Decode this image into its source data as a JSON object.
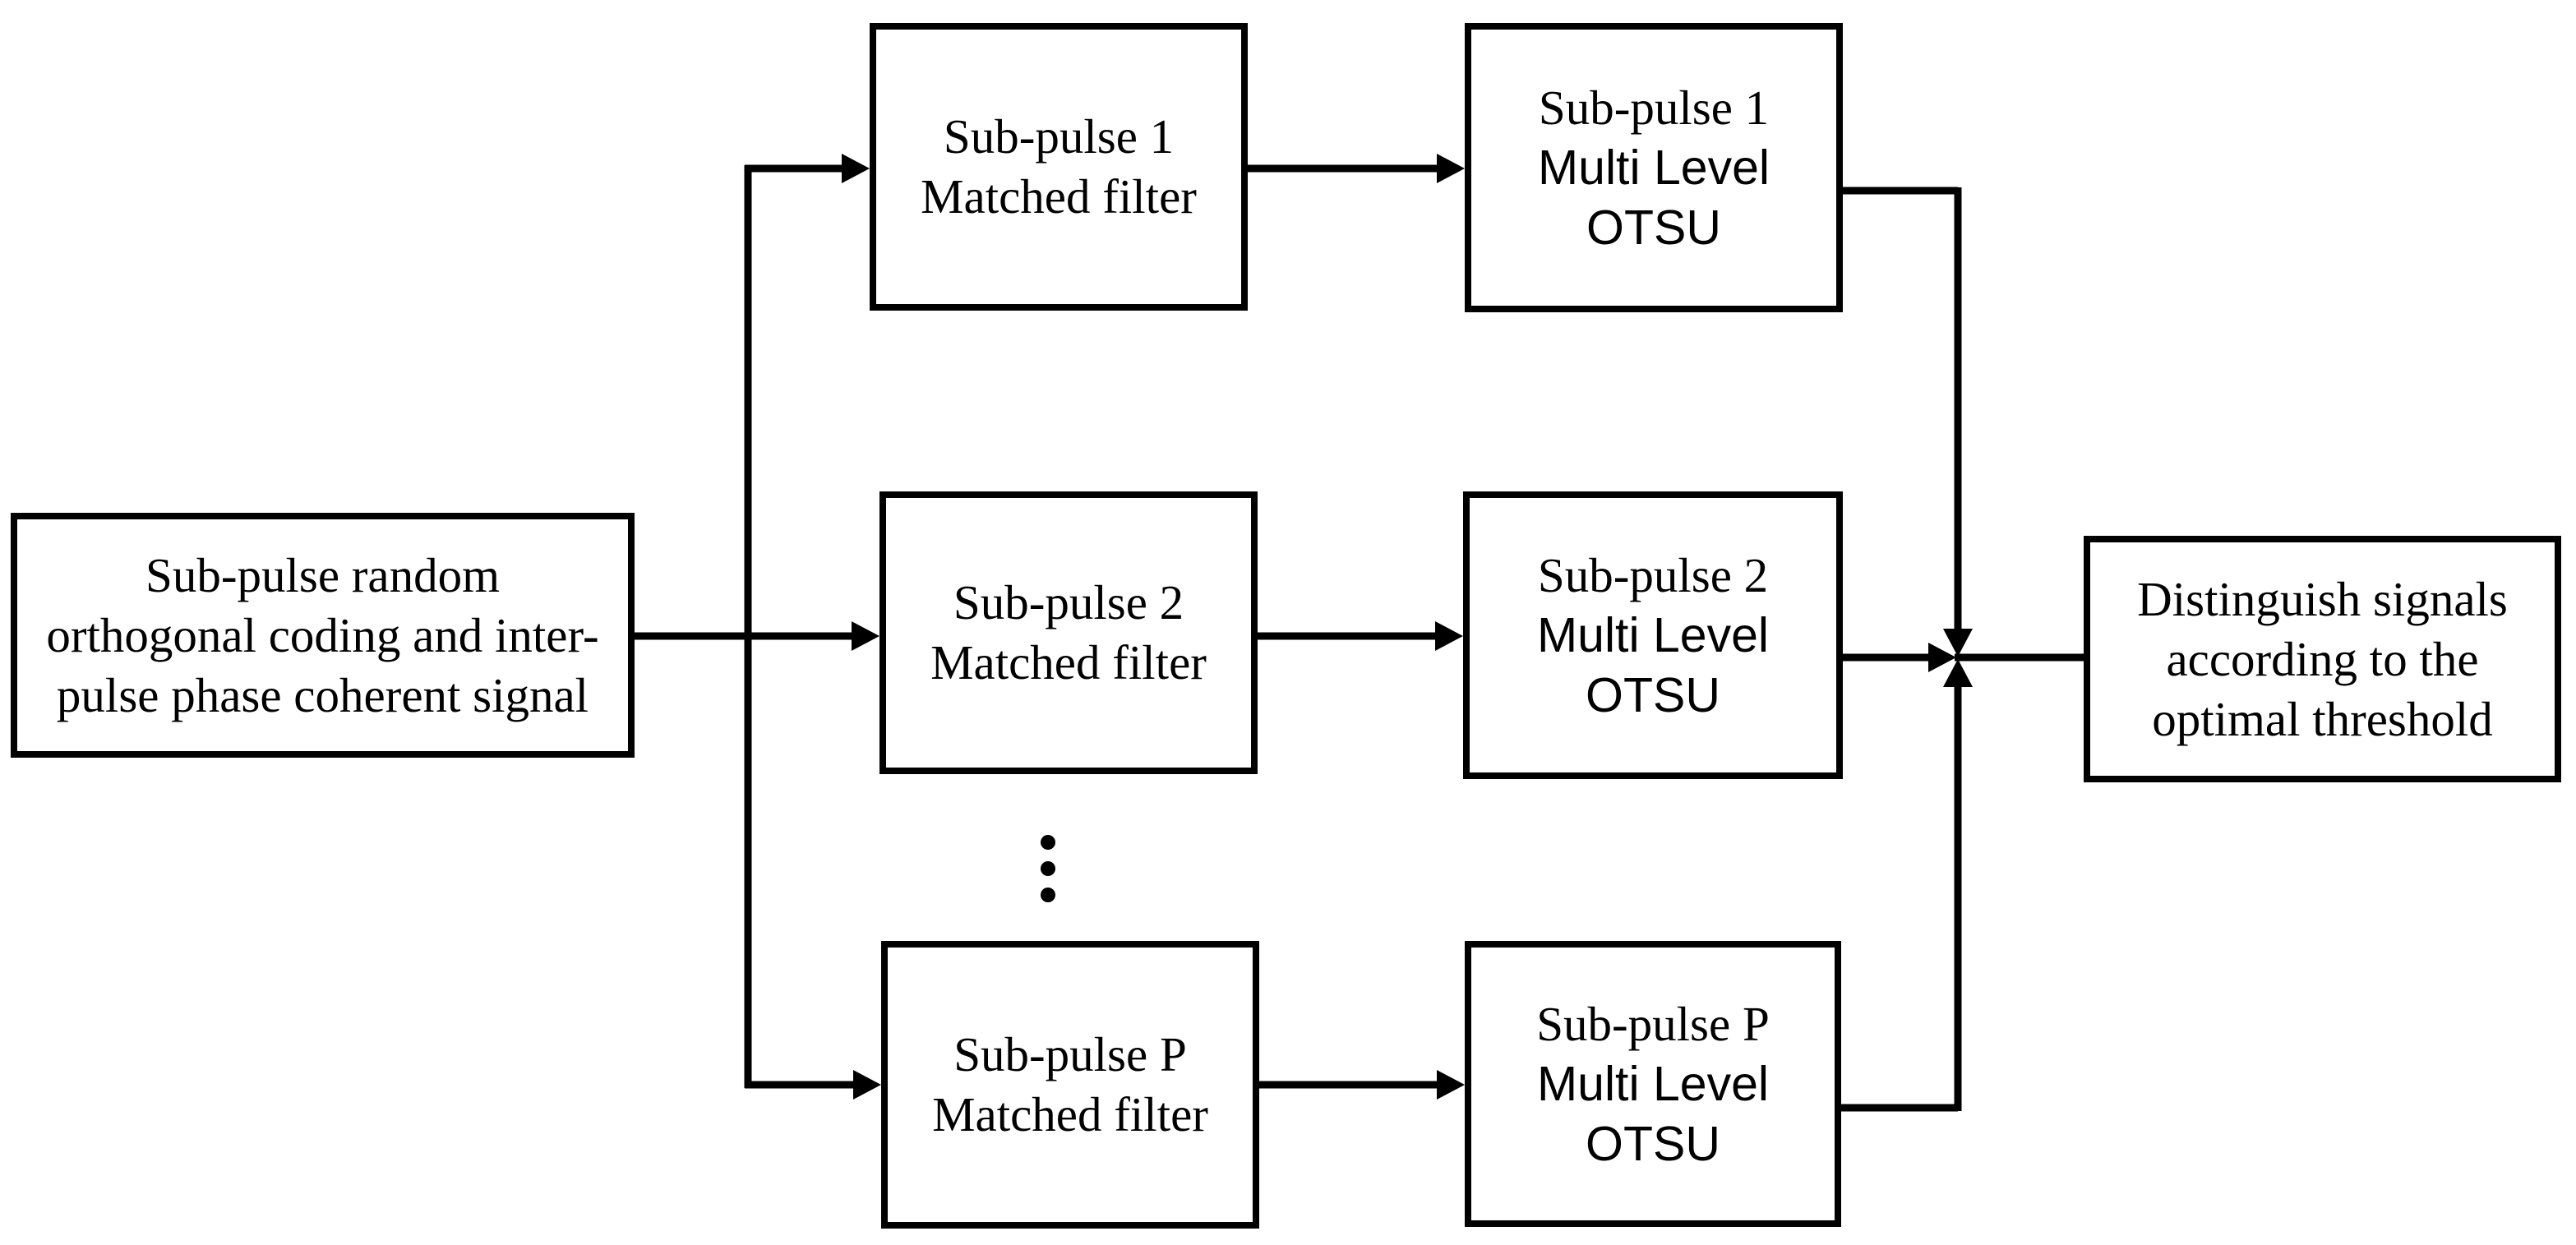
{
  "figure": {
    "background_color": "#ffffff",
    "line_color": "#000000",
    "text_color": "#000000",
    "ellipsis": "⋮",
    "boxes": {
      "input": {
        "lines": [
          "Sub-pulse random",
          "orthogonal coding and inter-",
          "pulse phase coherent signal"
        ]
      },
      "mf1": {
        "lines": [
          "Sub-pulse 1",
          "Matched filter"
        ]
      },
      "mf2": {
        "lines": [
          "Sub-pulse 2",
          "Matched filter"
        ]
      },
      "mfP": {
        "lines": [
          "Sub-pulse P",
          "Matched filter"
        ]
      },
      "otsu1": {
        "lines": [
          "Sub-pulse 1",
          "Multi Level",
          "OTSU"
        ]
      },
      "otsu2": {
        "lines": [
          "Sub-pulse 2",
          "Multi Level",
          "OTSU"
        ]
      },
      "otsuP": {
        "lines": [
          "Sub-pulse P",
          "Multi Level",
          "OTSU"
        ]
      },
      "output": {
        "lines": [
          "Distinguish signals",
          "according to the",
          "optimal threshold"
        ]
      }
    }
  }
}
